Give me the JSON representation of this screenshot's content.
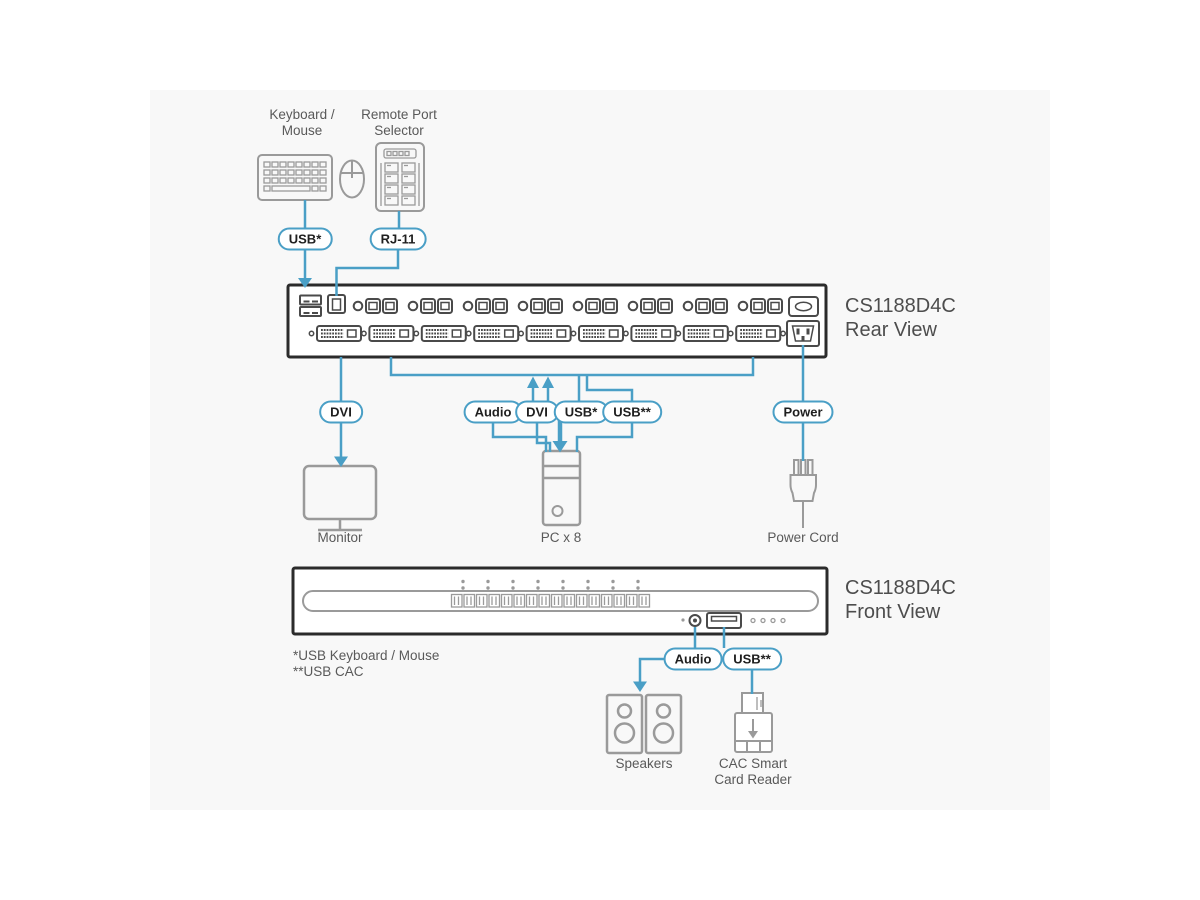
{
  "colors": {
    "line_blue": "#4A9FC6",
    "device_border": "#2B2B2B",
    "icon_gray": "#9A9A9A",
    "dark_port": "#4A4A4A",
    "panel_bg": "#F8F8F8",
    "label_text": "#595959",
    "title_text": "#4D4D4D"
  },
  "rear_section": {
    "title_model": "CS1188D4C",
    "title_view": "Rear View",
    "keyboard_mouse_label": "Keyboard / Mouse",
    "remote_port_selector_label": "Remote Port Selector",
    "pills": {
      "usb_keyboard": "USB*",
      "rj11": "RJ-11",
      "dvi_monitor": "DVI",
      "audio": "Audio",
      "dvi_pc": "DVI",
      "usb_pc": "USB*",
      "usb_cac": "USB**",
      "power": "Power"
    },
    "monitor_label": "Monitor",
    "pc_label": "PC x 8",
    "power_cord_label": "Power Cord"
  },
  "front_section": {
    "title_model": "CS1188D4C",
    "title_view": "Front View",
    "pills": {
      "audio": "Audio",
      "usb_cac": "USB**"
    },
    "speakers_label": "Speakers",
    "cac_reader_label": "CAC Smart Card Reader",
    "footnotes": [
      "*USB Keyboard / Mouse",
      "**USB CAC"
    ]
  }
}
